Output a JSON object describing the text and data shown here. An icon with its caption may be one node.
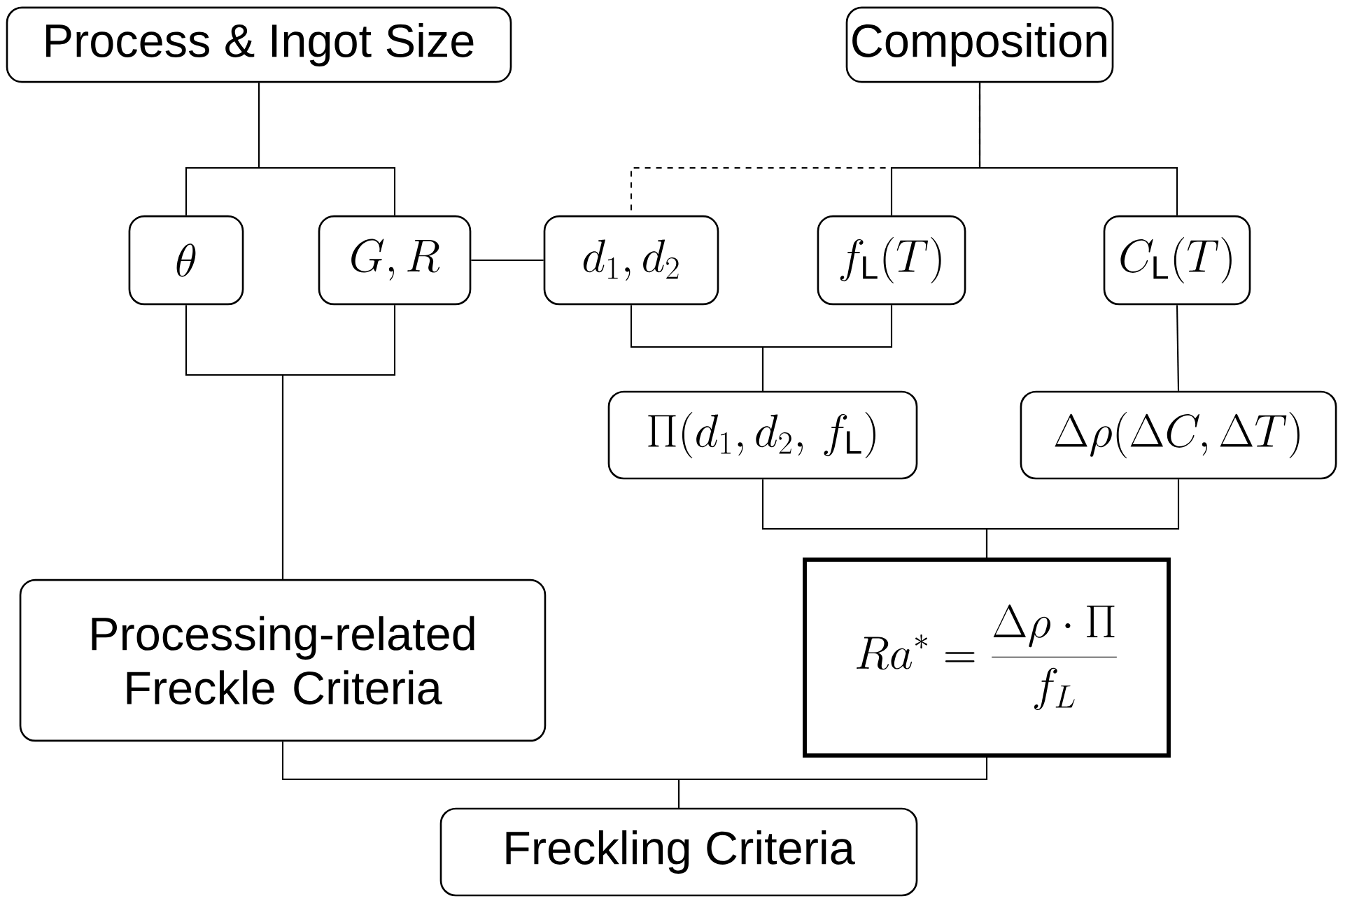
{
  "diagram": {
    "nodes": [
      {
        "text": [
          "Process & Ingot Size"
        ]
      },
      {
        "text": [
          "Composition"
        ]
      },
      {
        "text": [
          "\\theta"
        ]
      },
      {
        "text": [
          "G,R"
        ]
      },
      {
        "text": [
          "d_1,d_2"
        ]
      },
      {
        "text": [
          "f_\\mathrm{L}(T)"
        ]
      },
      {
        "text": [
          "C_\\mathrm{L}(T)"
        ]
      },
      {
        "text": [
          "\\Pi(d_1,d_2,\\, f_\\mathrm{L})"
        ]
      },
      {
        "text": [
          "\\Delta\\rho(\\Delta C,\\Delta T)"
        ]
      },
      {
        "text": [
          "Processing-related Freckle Criteria"
        ]
      },
      {
        "text": [
          "Ra^* = \\frac{\\Delta\\rho\\cdot\\Pi}{f_L}"
        ]
      },
      {
        "text": [
          "Freckling Criteria"
        ]
      }
    ],
    "edges": [
      {
        "from": 0,
        "to": 2,
        "arrow": "none"
      },
      {
        "from": 0,
        "to": 3,
        "arrow": "none"
      },
      {
        "from": 1,
        "to": 4,
        "arrow": "none",
        "style": "dashed"
      },
      {
        "from": 1,
        "to": 5,
        "arrow": "none"
      },
      {
        "from": 1,
        "to": 6,
        "arrow": "none"
      },
      {
        "from": 3,
        "to": 4,
        "arrow": "none"
      },
      {
        "from": 2,
        "to": 9,
        "arrow": "none"
      },
      {
        "from": 3,
        "to": 9,
        "arrow": "none"
      },
      {
        "from": 4,
        "to": 7,
        "arrow": "none"
      },
      {
        "from": 5,
        "to": 7,
        "arrow": "none"
      },
      {
        "from": 6,
        "to": 8,
        "arrow": "none"
      },
      {
        "from": 7,
        "to": 10,
        "arrow": "none"
      },
      {
        "from": 8,
        "to": 10,
        "arrow": "none"
      },
      {
        "from": 9,
        "to": 11,
        "arrow": "none"
      },
      {
        "from": 10,
        "to": 11,
        "arrow": "none"
      }
    ]
  }
}
